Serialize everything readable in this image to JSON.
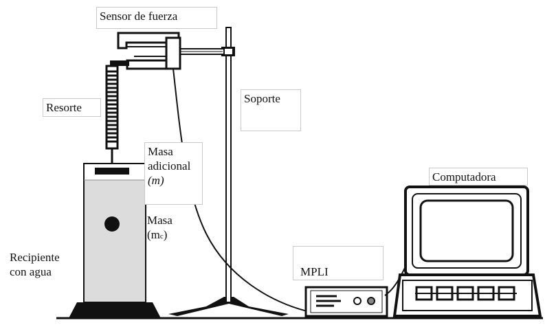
{
  "labels": {
    "sensor": "Sensor de fuerza",
    "soporte": "Soporte",
    "resorte": "Resorte",
    "masa_adicional_line1": "Masa",
    "masa_adicional_line2": "adicional",
    "masa_adicional_m": "(m)",
    "masa_line1": "Masa",
    "masa_mc_open": "(m",
    "masa_mc_sub": "c",
    "masa_mc_close": ")",
    "recipiente_line1": "Recipiente",
    "recipiente_line2": "con agua",
    "computadora": "Computadora",
    "mpli": "MPLI"
  },
  "colors": {
    "ink": "#111111",
    "water": "#dcdcdc",
    "label_border": "#c9c9c9"
  }
}
